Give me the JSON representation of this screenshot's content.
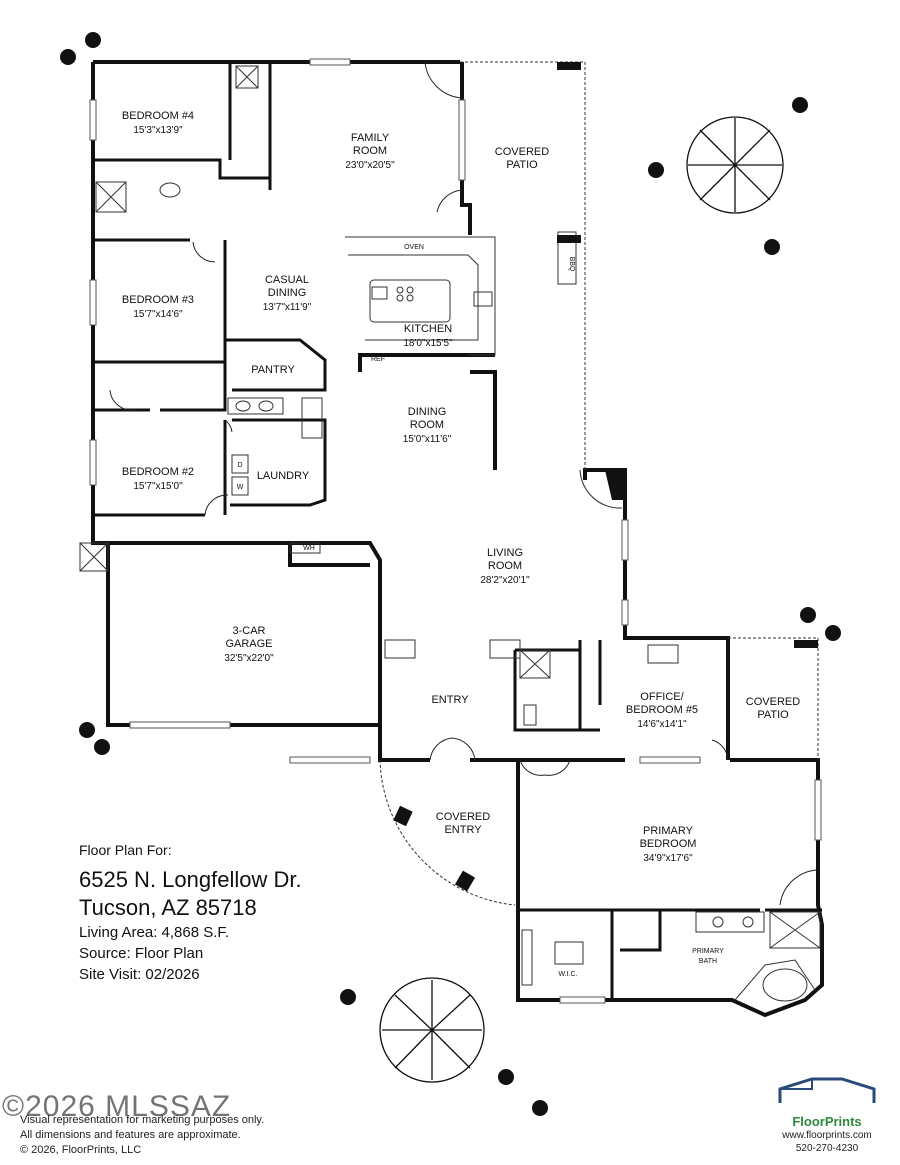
{
  "rooms": {
    "bedroom4": {
      "name": "BEDROOM #4",
      "dim": "15'3\"x13'9\""
    },
    "family": {
      "name1": "FAMILY",
      "name2": "ROOM",
      "dim": "23'0\"x20'5\""
    },
    "patio1": {
      "name1": "COVERED",
      "name2": "PATIO"
    },
    "casual": {
      "name1": "CASUAL",
      "name2": "DINING",
      "dim": "13'7\"x11'9\""
    },
    "bedroom3": {
      "name": "BEDROOM #3",
      "dim": "15'7\"x14'6\""
    },
    "kitchen": {
      "name": "KITCHEN",
      "dim": "18'0\"x15'5\""
    },
    "pantry": {
      "name": "PANTRY"
    },
    "dining": {
      "name1": "DINING",
      "name2": "ROOM",
      "dim": "15'0\"x11'6\""
    },
    "bedroom2": {
      "name": "BEDROOM #2",
      "dim": "15'7\"x15'0\""
    },
    "laundry": {
      "name": "LAUNDRY"
    },
    "living": {
      "name1": "LIVING",
      "name2": "ROOM",
      "dim": "28'2\"x20'1\""
    },
    "garage": {
      "name1": "3-CAR",
      "name2": "GARAGE",
      "dim": "32'5\"x22'0\""
    },
    "office": {
      "name1": "OFFICE/",
      "name2": "BEDROOM #5",
      "dim": "14'6\"x14'1\""
    },
    "patio2": {
      "name1": "COVERED",
      "name2": "PATIO"
    },
    "entry": {
      "name": "ENTRY"
    },
    "covered_entry": {
      "name1": "COVERED",
      "name2": "ENTRY"
    },
    "primary": {
      "name1": "PRIMARY",
      "name2": "BEDROOM",
      "dim": "34'9\"x17'6\""
    },
    "primary_bath": {
      "name1": "PRIMARY",
      "name2": "BATH"
    },
    "wic": {
      "name": "W.I.C."
    }
  },
  "fixtures": {
    "oven": "OVEN",
    "ref": "REF",
    "bbq": "BBQ",
    "wh": "WH",
    "dryer": "D",
    "washer": "W"
  },
  "info": {
    "caption": "Floor Plan For:",
    "street": "6525 N. Longfellow Dr.",
    "city": "Tucson, AZ  85718",
    "living_area": "Living Area:  4,868 S.F.",
    "source": "Source:  Floor Plan",
    "site_visit": "Site Visit:  02/2026"
  },
  "watermark": "©2026 MLSSAZ",
  "disclaimer": {
    "line1": "Visual representation for marketing purposes only.",
    "line2": "All dimensions and features are approximate.",
    "line3": "© 2026, FloorPrints, LLC"
  },
  "brand": {
    "name": "FloorPrints",
    "url": "www.floorprints.com",
    "phone": "520-270-4230",
    "accent": "#2d8a3a",
    "roof_color": "#2a4a7a"
  }
}
